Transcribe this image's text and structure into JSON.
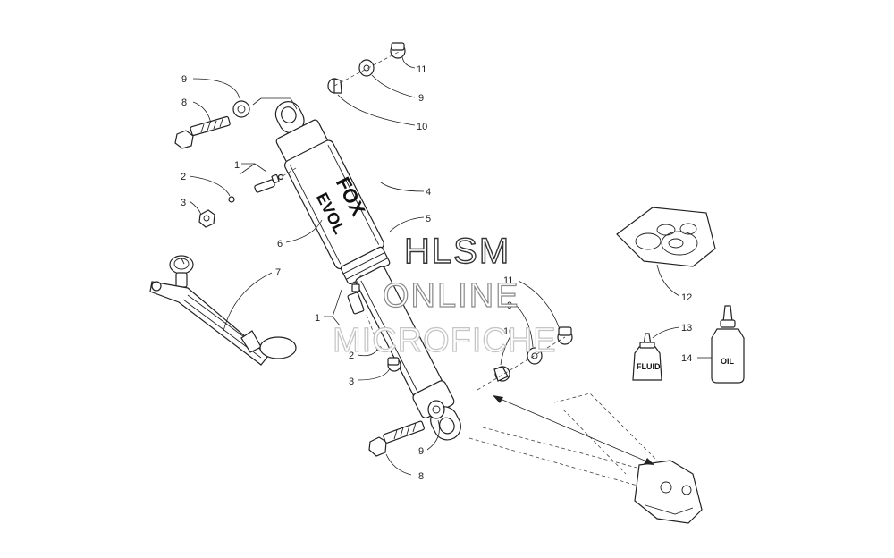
{
  "diagram": {
    "callouts": {
      "c1a": "1",
      "c2a": "2",
      "c3a": "3",
      "c4": "4",
      "c5": "5",
      "c6": "6",
      "c7": "7",
      "c8a": "8",
      "c9a": "9",
      "c9b": "9",
      "c10a": "10",
      "c11a": "11",
      "c12": "12",
      "c13": "13",
      "c14": "14",
      "c1b": "1",
      "c2b": "2",
      "c3b": "3",
      "c11b": "11",
      "c9c": "9",
      "c10b": "10",
      "c9d": "9",
      "c8b": "8"
    },
    "labels": {
      "fluid": "FLUID",
      "oil": "OIL",
      "fox": "FOX",
      "evol": "EVOL"
    },
    "watermark": {
      "line1": "HLSM",
      "line2": "ONLINE",
      "line3": "MICROFICHE"
    }
  }
}
